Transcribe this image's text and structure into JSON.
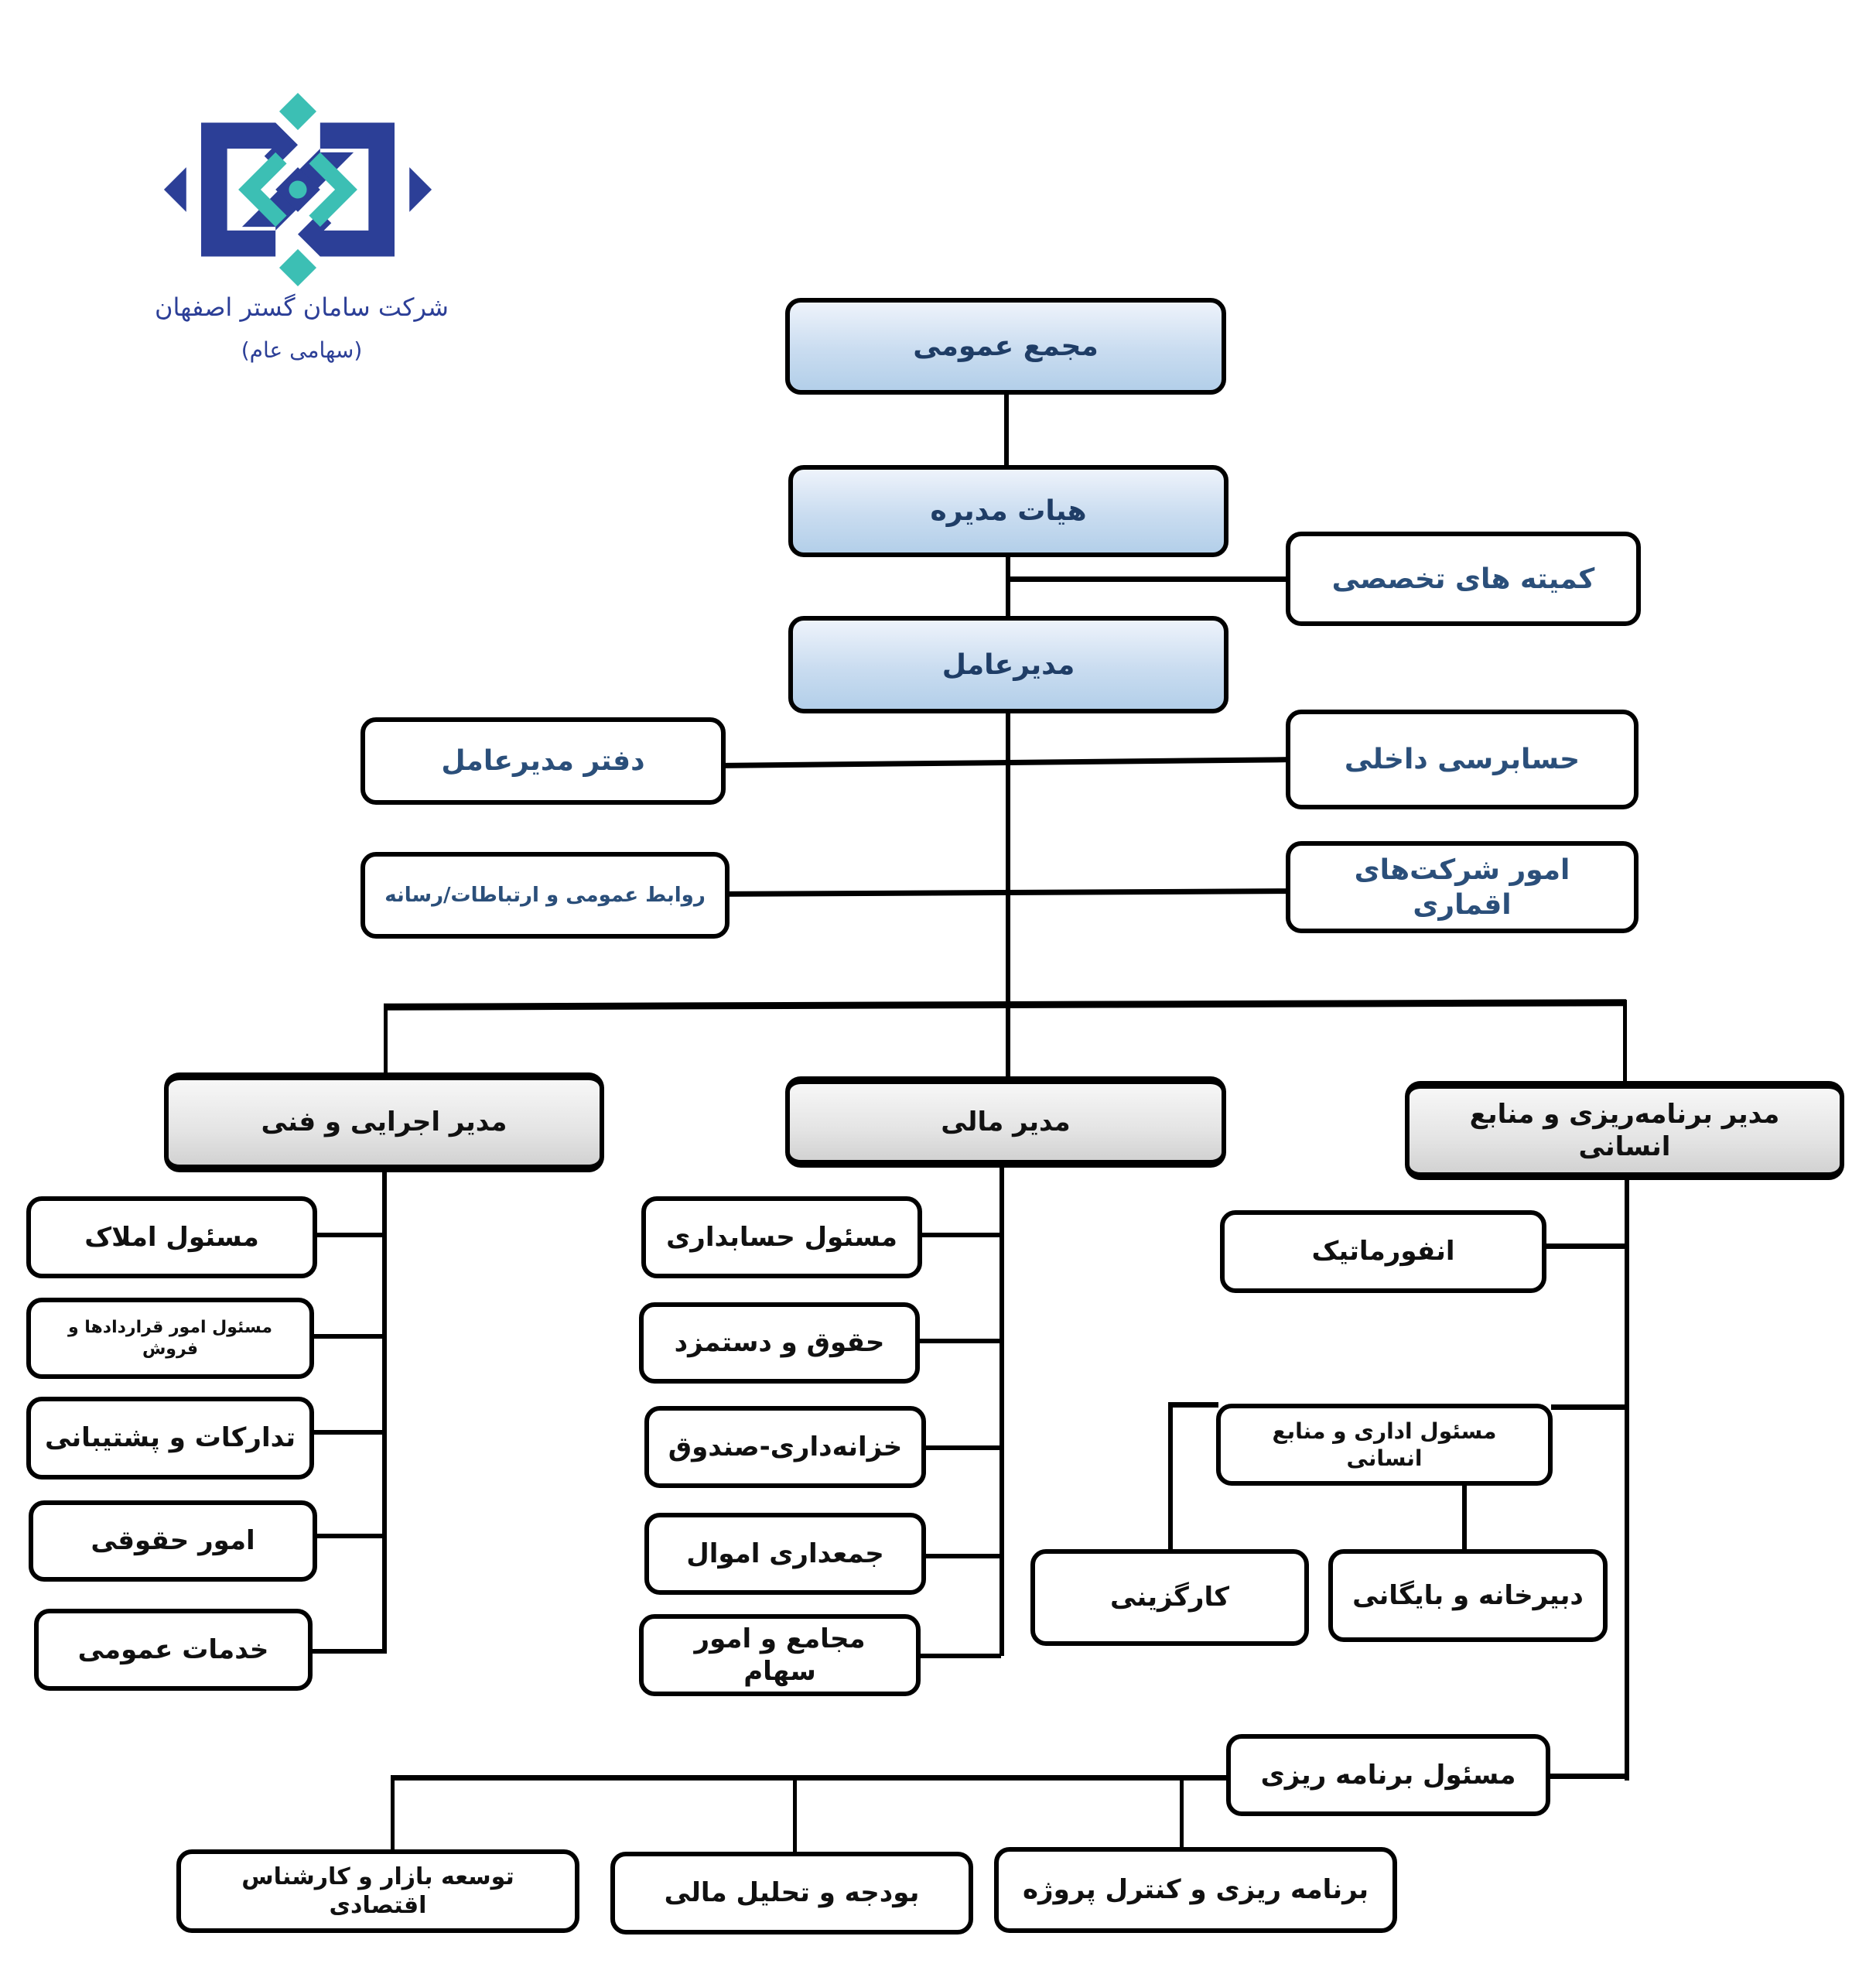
{
  "logo": {
    "company_name": "شرکت سامان گستر اصفهان",
    "company_type": "(سهامی عام)",
    "colors": {
      "primary": "#2c3f97",
      "accent": "#3cbfb4"
    }
  },
  "chart": {
    "general_assembly": "مجمع عمومی",
    "board": "هیات مدیره",
    "committees": "کمیته های تخصصی",
    "ceo": "مدیرعامل",
    "ceo_office": "دفتر مدیرعامل",
    "public_relations": "روابط عمومی و ارتباطات/رسانه",
    "internal_audit": "حسابرسی داخلی",
    "subsidiaries": "امور شرکت‌های اقماری",
    "managers": {
      "technical": {
        "title": "مدیر اجرایی و فنی",
        "units": [
          "مسئول املاک",
          "مسئول امور قراردادها و فروش",
          "تدارکات و پشتیبانی",
          "امور حقوقی",
          "خدمات عمومی"
        ]
      },
      "finance": {
        "title": "مدیر مالی",
        "units": [
          "مسئول حسابداری",
          "حقوق و دستمزد",
          "خزانه‌داری-صندوق",
          "جمعداری اموال",
          "مجامع و امور سهام"
        ]
      },
      "planning_hr": {
        "title": "مدیر برنامه‌ریزی و منابع انسانی",
        "informatics": "انفورماتیک",
        "admin_hr": "مسئول اداری و منابع انسانی",
        "admin_hr_units": [
          "کارگزینی",
          "دبیرخانه و بایگانی"
        ],
        "planning": "مسئول برنامه ریزی",
        "planning_units": [
          "توسعه بازار و کارشناس اقتصادی",
          "بودجه و تحلیل مالی",
          "برنامه ریزی و کنترل پروژه"
        ]
      }
    }
  }
}
